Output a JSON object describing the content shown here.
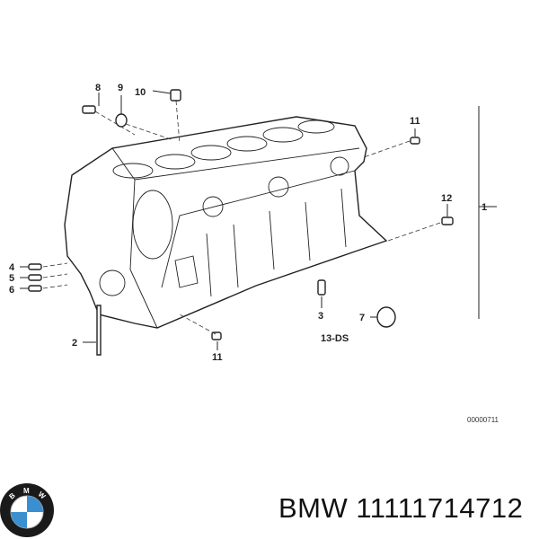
{
  "diagram": {
    "callouts": [
      "1",
      "2",
      "3",
      "4",
      "5",
      "6",
      "7",
      "8",
      "9",
      "10",
      "11",
      "11",
      "12"
    ],
    "designation": "13-DS",
    "drawing_code": "00000711"
  },
  "logo": {
    "letters": "BMW",
    "colors": {
      "blue": "#3a8fd0",
      "ring": "#1a1a1a"
    }
  },
  "footer": {
    "title": "BMW 11111714712"
  }
}
